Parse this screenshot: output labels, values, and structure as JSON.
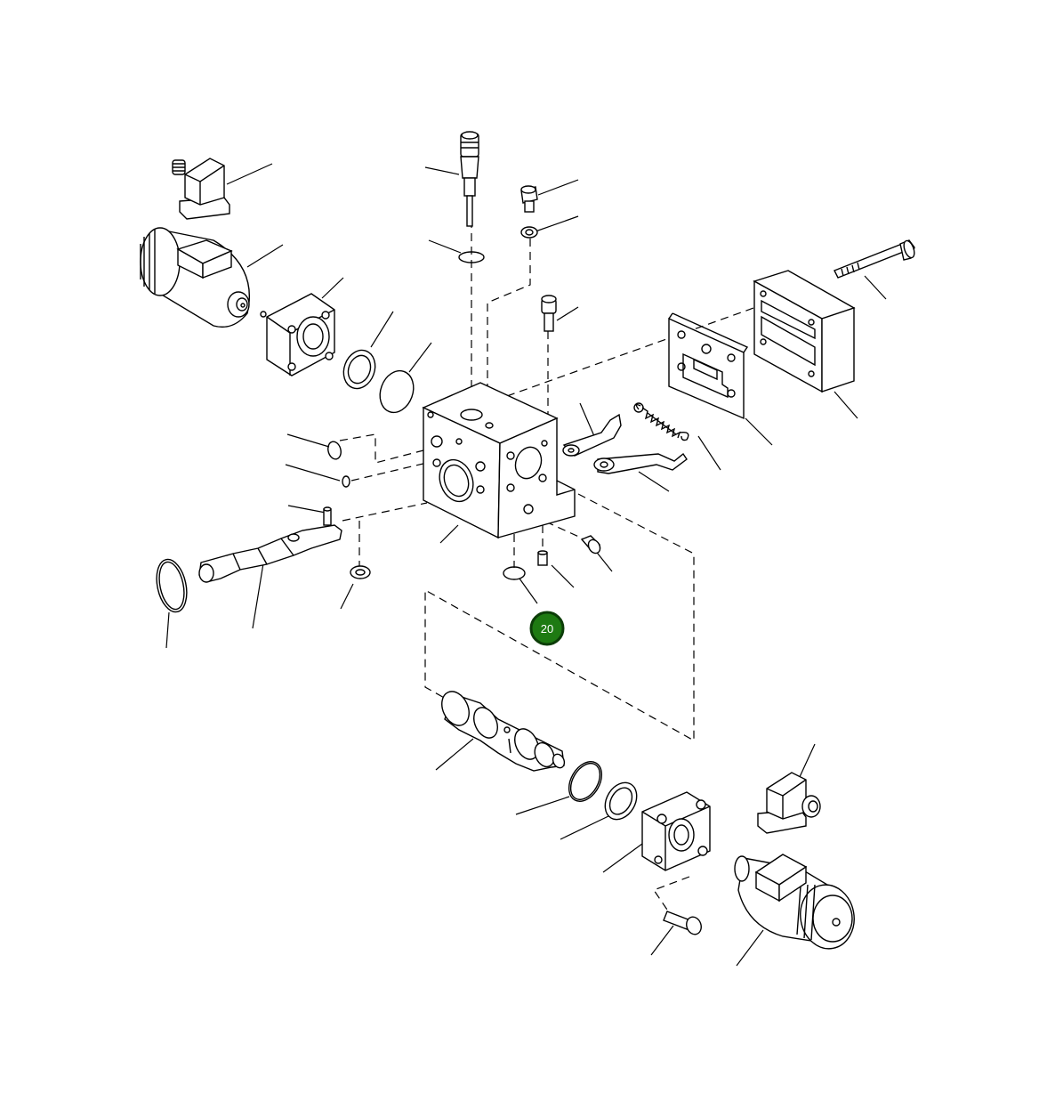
{
  "diagram": {
    "callouts": [
      {
        "label": "20",
        "color": "#1e7a12",
        "ring": "#0c3d08"
      }
    ],
    "parts": [
      "solenoid-connector-upper",
      "solenoid-coil-upper",
      "end-cap-upper",
      "seal-ring-upper",
      "o-ring-upper-large",
      "pressure-probe",
      "probe-o-ring",
      "banjo-bolt",
      "bolt-washer",
      "cap-screw-top",
      "valve-body",
      "small-o-ring-a",
      "small-o-ring-b",
      "lever-arm",
      "large-o-ring-left",
      "pin-washer",
      "lever-bracket-upper",
      "lever-bracket-lower",
      "tension-spring",
      "gasket-plate",
      "cover-block",
      "long-bolt",
      "plug-screw",
      "dowel-pin",
      "body-o-ring",
      "spool",
      "spool-o-ring",
      "spool-seal-ring",
      "end-cap-lower",
      "end-cap-screw",
      "solenoid-coil-lower",
      "solenoid-connector-lower"
    ]
  }
}
